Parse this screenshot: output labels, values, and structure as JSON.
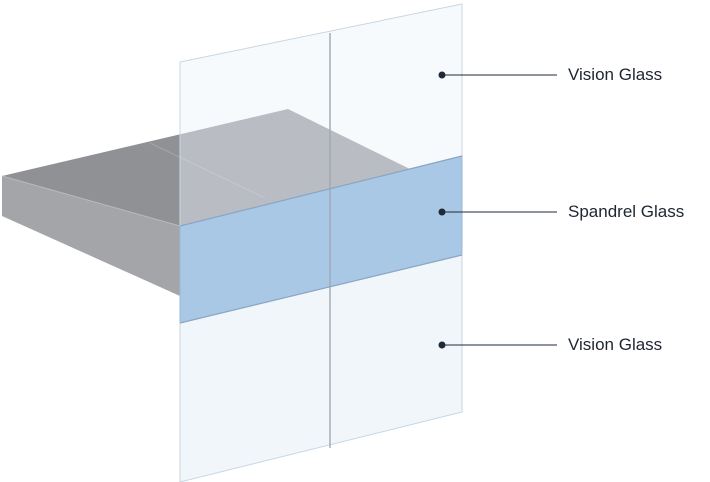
{
  "colors": {
    "slab_top": "#8f9195",
    "slab_front": "#a6a8ab",
    "slab_side": "#7f8185",
    "vision_glass": "#eef4fa",
    "spandrel_glass": "#a9c8e6",
    "frame_edge": "#c9d6e2",
    "leader_line": "#1e2a38"
  },
  "callouts": [
    {
      "label": "Vision Glass"
    },
    {
      "label": "Spandrel Glass"
    },
    {
      "label": "Vision Glass"
    }
  ]
}
